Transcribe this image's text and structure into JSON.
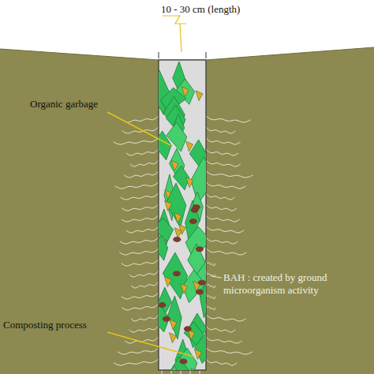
{
  "diagram": {
    "labels": [
      "10 - 30 cm (length)",
      "Organic garbage",
      "BAH : created by ground microorganism activity",
      "Composting process"
    ]
  }
}
